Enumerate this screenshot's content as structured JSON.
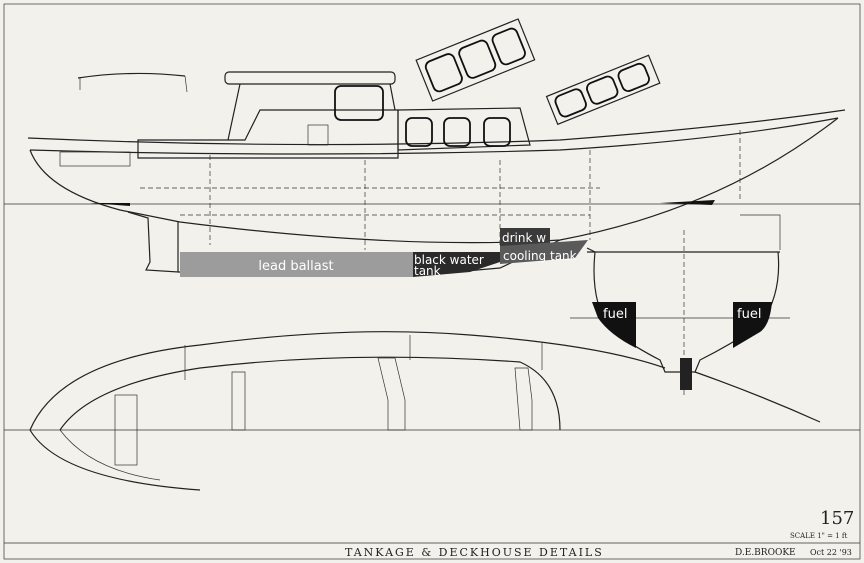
{
  "labels": {
    "lead_ballast": "lead ballast",
    "black_water_1": "black water",
    "black_water_2": "tank",
    "drink_water": "drink w",
    "cooling_tank": "cooling tank",
    "fuel_left": "fuel",
    "fuel_right": "fuel"
  },
  "title_block": {
    "title": "TANKAGE & DECKHOUSE DETAILS",
    "designer": "D.E.BROOKE",
    "date": "Oct 22 '93",
    "sheet_number": "157",
    "scale": "SCALE 1\" = 1 ft"
  },
  "colors": {
    "ballast": "#9c9c9c",
    "black_water": "#2a2a2a",
    "drink_water": "#3a3a3a",
    "cooling_tank": "#5a5a5a",
    "fuel": "#111111",
    "paper": "#f3f1ec"
  }
}
